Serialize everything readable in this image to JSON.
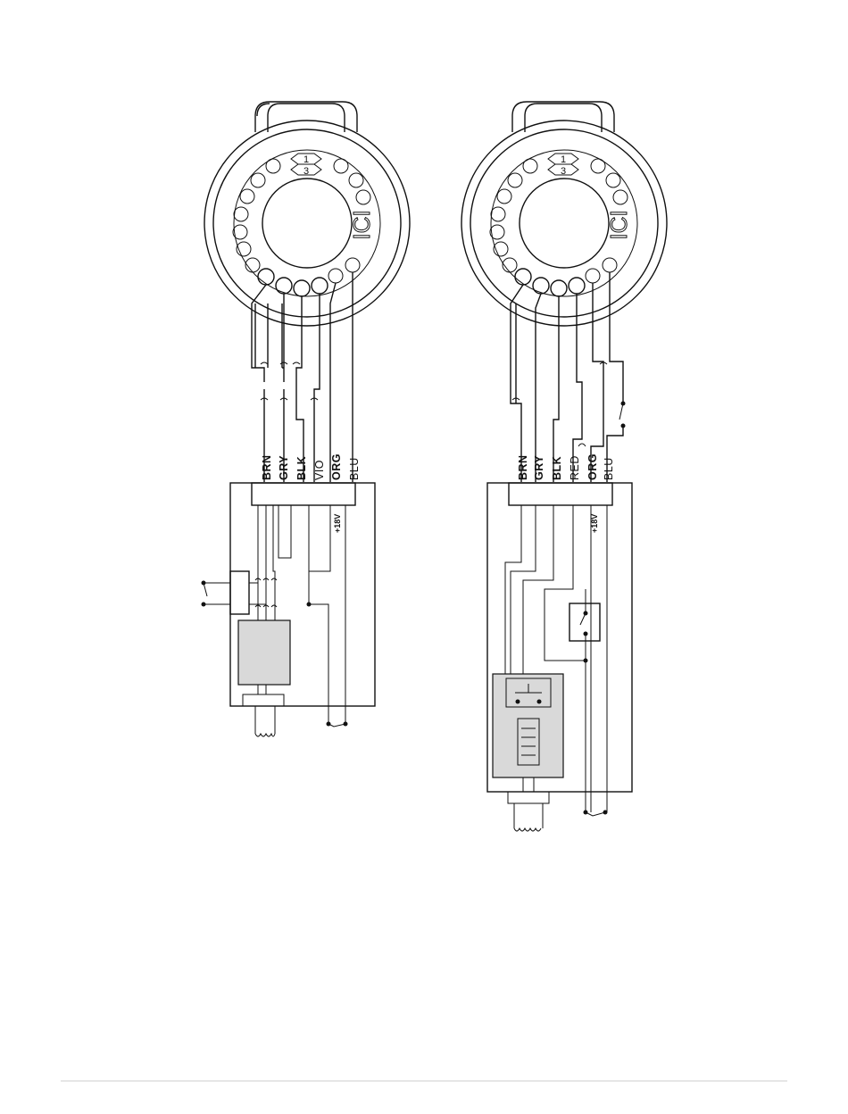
{
  "left_diagram": {
    "wire_labels": [
      {
        "text": "BRN",
        "bold": true
      },
      {
        "text": "GRY",
        "bold": true
      },
      {
        "text": "BLK",
        "bold": true
      },
      {
        "text": "VIO",
        "bold": false
      },
      {
        "text": "ORG",
        "bold": true
      },
      {
        "text": "BLU",
        "bold": false
      }
    ],
    "voltage_label": "+18V",
    "pins": {
      "top": "1",
      "bottom": "3"
    }
  },
  "right_diagram": {
    "wire_labels": [
      {
        "text": "BRN",
        "bold": true
      },
      {
        "text": "GRY",
        "bold": true
      },
      {
        "text": "BLK",
        "bold": true
      },
      {
        "text": "RED",
        "bold": false
      },
      {
        "text": "ORG",
        "bold": true
      },
      {
        "text": "BLU",
        "bold": false
      }
    ],
    "voltage_label": "+18V",
    "pins": {
      "top": "1",
      "bottom": "3"
    }
  },
  "colors": {
    "line": "#111111",
    "module_fill": "#d9d9d9",
    "footer_rule": "#cccccc"
  }
}
